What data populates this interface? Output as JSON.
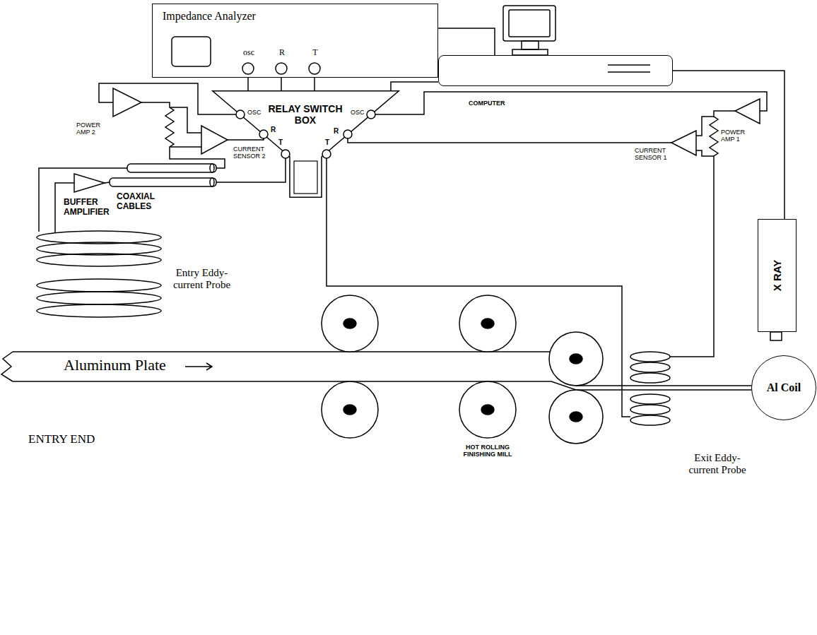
{
  "diagram": {
    "nodes": [
      {
        "text": [
          "Impedance Analyzer",
          "osc",
          "R",
          "T"
        ]
      },
      {
        "text": [
          "COMPUTER"
        ]
      },
      {
        "text": [
          "RELAY SWITCH BOX",
          "OSC",
          "R",
          "T",
          "OSC",
          "R",
          "T"
        ]
      },
      {
        "text": [
          "X RAY"
        ]
      },
      {
        "text": [
          "Al Coil"
        ]
      }
    ],
    "edges": [
      {
        "from": 0,
        "to": 2,
        "arrow": "none"
      },
      {
        "from": 0,
        "to": 2,
        "arrow": "none"
      },
      {
        "from": 0,
        "to": 2,
        "arrow": "none"
      },
      {
        "from": 0,
        "to": 1,
        "arrow": "none"
      },
      {
        "from": 1,
        "to": 2,
        "arrow": "none"
      },
      {
        "from": 1,
        "to": 3,
        "arrow": "none"
      }
    ],
    "labels": [
      "POWER AMP 2",
      "CURRENT SENSOR 2",
      "BUFFER AMPLIFIER",
      "COAXIAL CABLES",
      "POWER AMP 1",
      "CURRENT SENSOR 1",
      "Entry Eddy-current Probe",
      "Aluminum Plate",
      "ENTRY END",
      "HOT ROLLING FINISHING MILL",
      "Exit Eddy-current Probe"
    ]
  }
}
